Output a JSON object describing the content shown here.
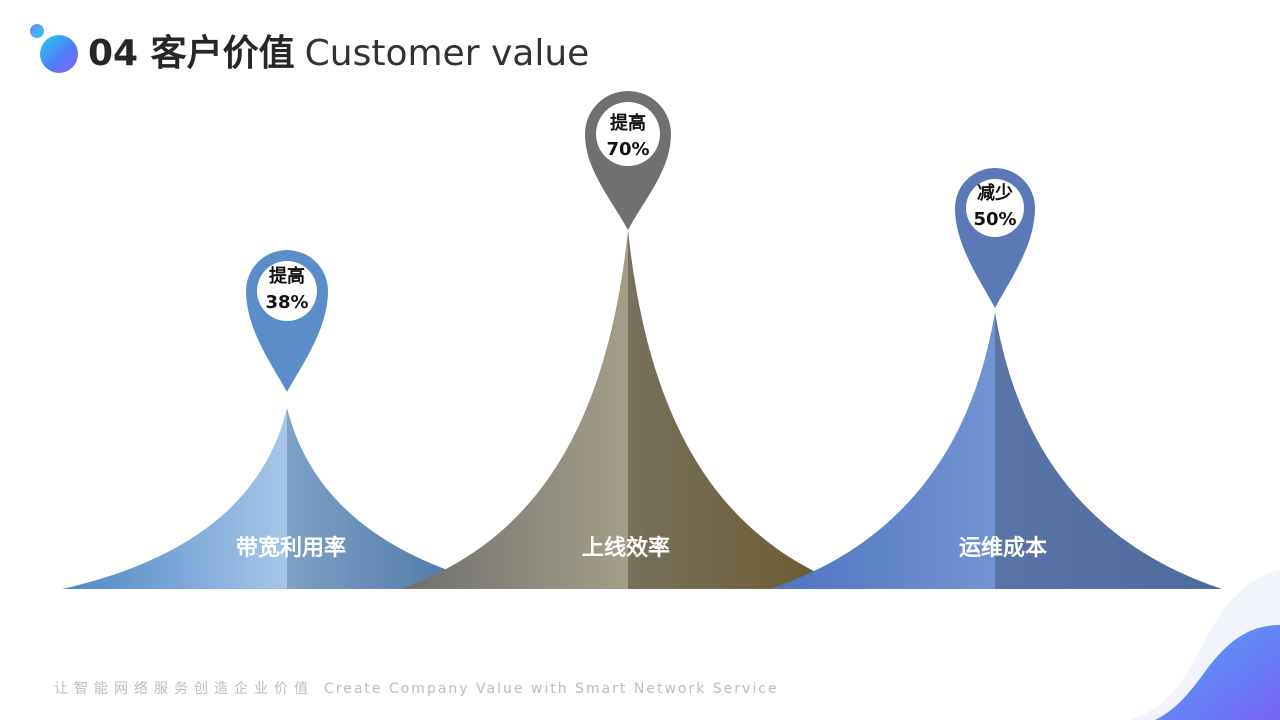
{
  "title": {
    "prefix": "04 客户价值",
    "english": "Customer value"
  },
  "items": [
    {
      "label": "带宽利用率",
      "pin_line1": "提高",
      "pin_line2": "38%",
      "value_percent": 38,
      "direction": "increase"
    },
    {
      "label": "上线效率",
      "pin_line1": "提高",
      "pin_line2": "70%",
      "value_percent": 70,
      "direction": "increase"
    },
    {
      "label": "运维成本",
      "pin_line1": "减少",
      "pin_line2": "50%",
      "value_percent": 50,
      "direction": "decrease"
    }
  ],
  "footer": {
    "chinese": "让智能网络服务创造企业价值",
    "english": "Create Company Value with Smart Network Service"
  },
  "colors": {
    "blue": "#5b8ec9",
    "gray": "#707070",
    "steel": "#5a79b6",
    "accent_gradient_start": "#22d0ee",
    "accent_gradient_end": "#8a5cf7"
  }
}
